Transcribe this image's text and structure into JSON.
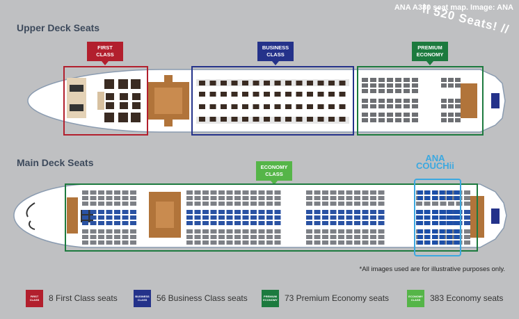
{
  "credit": "ANA A380 seat map. Image: ANA",
  "badge": "520 Seats!",
  "upper_deck": {
    "title": "Upper Deck Seats",
    "tags": {
      "first": "FIRST CLASS",
      "business": "BUSINESS CLASS",
      "premium": "PREMIUM ECONOMY"
    }
  },
  "main_deck": {
    "title": "Main Deck Seats",
    "tags": {
      "economy": "ECONOMY CLASS",
      "couchii_line1": "ANA",
      "couchii_line2": "COUCHii"
    }
  },
  "note": "*All images used are for illustrative purposes only.",
  "legend": [
    {
      "swatch": "FIRST CLASS",
      "text": "8 First Class seats",
      "color": "#b21f2d"
    },
    {
      "swatch": "BUSINESS CLASS",
      "text": "56 Business Class seats",
      "color": "#24328a"
    },
    {
      "swatch": "PREMIUM ECONOMY",
      "text": "73 Premium Economy seats",
      "color": "#1c7a3e"
    },
    {
      "swatch": "ECONOMY CLASS",
      "text": "383 Economy seats",
      "color": "#55b548"
    }
  ],
  "colors": {
    "background": "#bfc0c2",
    "fuselage": "#ffffff",
    "first": "#b21f2d",
    "business": "#24328a",
    "premium": "#1c7a3e",
    "economy": "#55b548",
    "couchii": "#3ba8e0"
  }
}
